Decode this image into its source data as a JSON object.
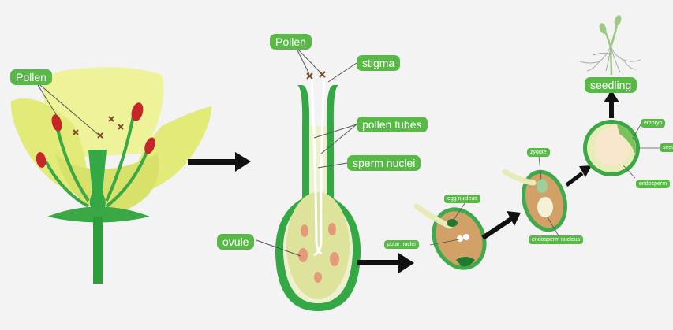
{
  "labels": {
    "pollen_flower": "Pollen",
    "pollen_pistil": "Pollen",
    "stigma": "stigma",
    "pollen_tubes": "pollen tubes",
    "sperm_nuclei": "sperm nuclei",
    "ovule": "ovule",
    "egg_nucleus": "egg nucleus",
    "polar_nuclei": "polar nuclei",
    "zygote": "zygote",
    "endosperm_nucleus": "endosperm nucleus",
    "seedling": "seedling",
    "embryo": "embryo",
    "seed_coat": "seed",
    "endosperm": "endosperm"
  },
  "colors": {
    "label_bg": "#58b947",
    "stem_green": "#2e9e3a",
    "petal_yellow": "#e4eb7c",
    "pollen_red": "#d2262a",
    "ovule_tan": "#d4a56a",
    "arrow": "#111111"
  }
}
